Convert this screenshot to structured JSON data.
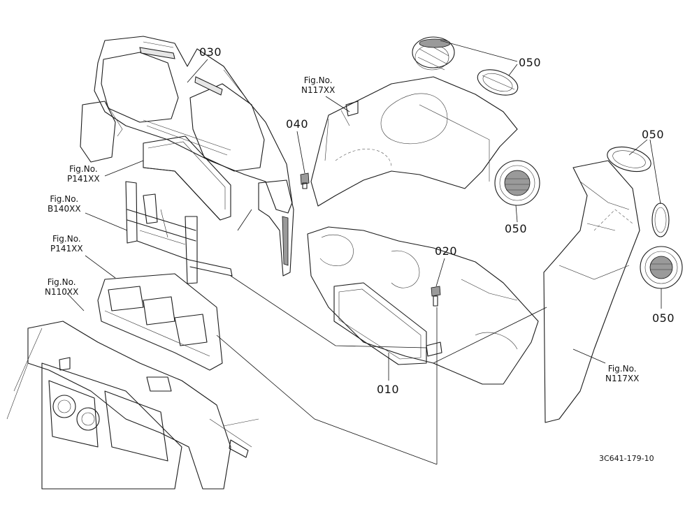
{
  "parts": {
    "p030": "030",
    "p040": "040",
    "p050a": "050",
    "p050b": "050",
    "p050c": "050",
    "p050d": "050",
    "p020": "020",
    "p010": "010"
  },
  "figrefs": {
    "fig_label": "Fig.No.",
    "r1": "N117XX",
    "r2": "P141XX",
    "r3": "B140XX",
    "r4": "P141XX",
    "r5": "N110XX",
    "r6": "N117XX"
  },
  "drawing_id": "3C641-179-10"
}
